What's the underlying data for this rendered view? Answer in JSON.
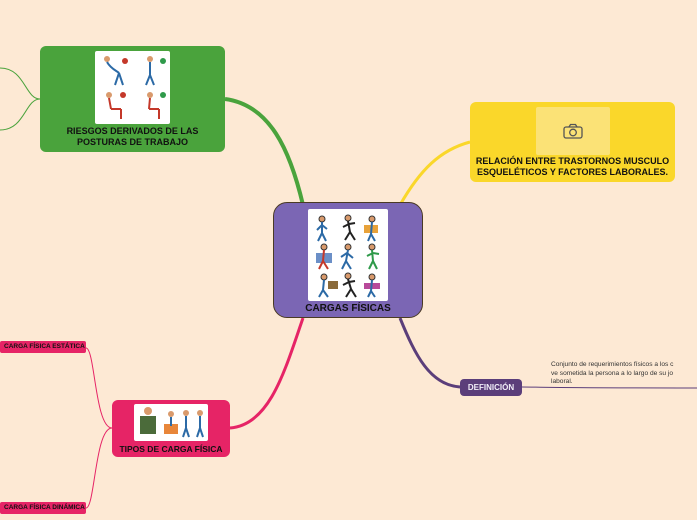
{
  "central": {
    "title": "CARGAS FÍSICAS"
  },
  "branches": {
    "riesgos": {
      "title": "RIESGOS DERIVADOS DE LAS POSTURAS DE TRABAJO"
    },
    "relacion": {
      "title": "RELACIÓN ENTRE TRASTORNOS MUSCULO ESQUELÉTICOS Y FACTORES LABORALES."
    },
    "tipos": {
      "title": "TIPOS DE CARGA FÍSICA",
      "children": [
        "CARGA FÍSICA ESTÁTICA",
        "CARGA FÍSICA DINÁMICA"
      ]
    },
    "definicion": {
      "title": "DEFINICIÓN",
      "text_lines": [
        "Conjunto de requerimientos físicos a los c",
        "ve sometida la persona a lo largo de su jo",
        "laboral."
      ]
    }
  },
  "colors": {
    "background": "#fde9d4",
    "central": "#7b66b4",
    "green": "#4aa33c",
    "yellow": "#fad72a",
    "pink": "#e62466",
    "purple": "#5b3e7a"
  },
  "icons": {
    "relacion_image": "camera-icon"
  }
}
